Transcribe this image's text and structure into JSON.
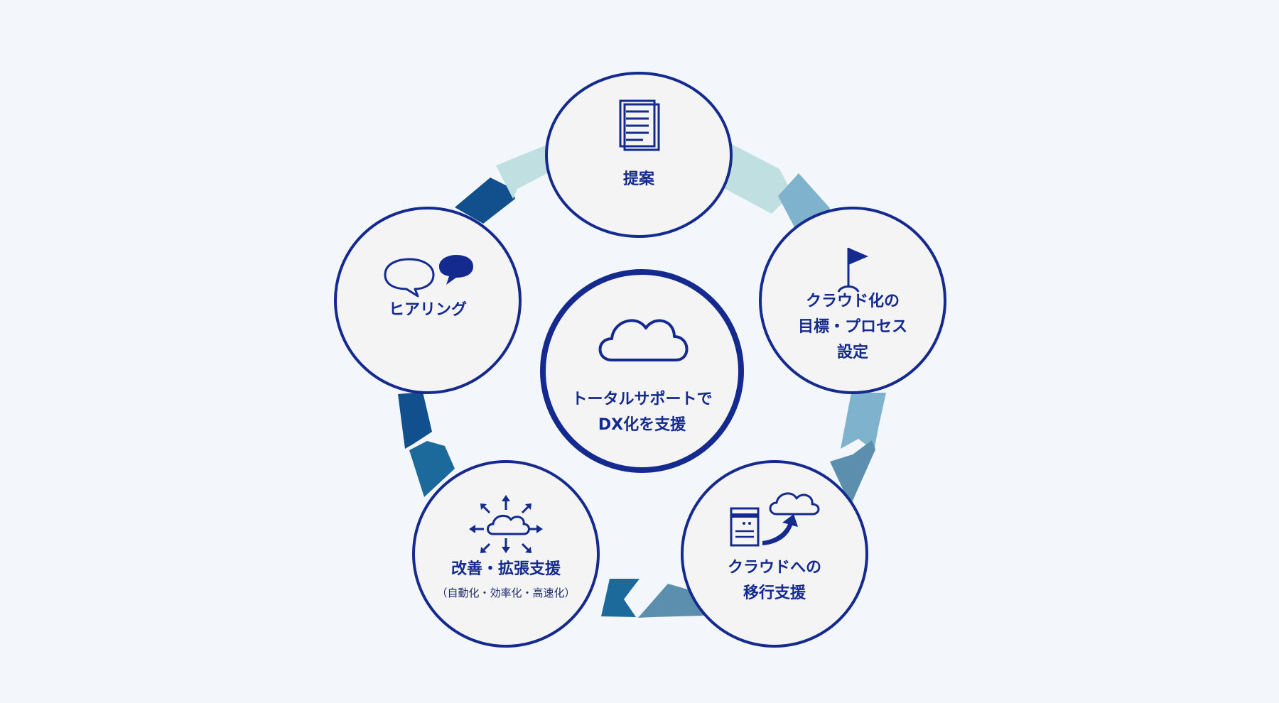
{
  "colors": {
    "background": "#f3f7fb",
    "node_fill": "#f4f4f4",
    "node_border": "#152a8f",
    "text": "#152a8f",
    "arrow_light": "#bfdfe0",
    "arrow_mid": "#7fb2cd",
    "arrow_steel": "#5b8fad",
    "arrow_blue": "#1c6a9b",
    "arrow_dark": "#114f8d"
  },
  "center": {
    "label": "トータルサポートで\nDX化を支援",
    "icon": "cloud-icon"
  },
  "steps": [
    {
      "id": "proposal",
      "label": "提案",
      "icon": "document-icon"
    },
    {
      "id": "goal",
      "label": "クラウド化の\n目標・プロセス\n設定",
      "icon": "flag-icon"
    },
    {
      "id": "migration",
      "label": "クラウドへの\n移行支援",
      "icon": "server-to-cloud-icon"
    },
    {
      "id": "improve",
      "label": "改善・拡張支援",
      "sublabel": "（自動化・効率化・高速化）",
      "icon": "cloud-expand-icon"
    },
    {
      "id": "hearing",
      "label": "ヒアリング",
      "icon": "speech-bubbles-icon"
    }
  ]
}
